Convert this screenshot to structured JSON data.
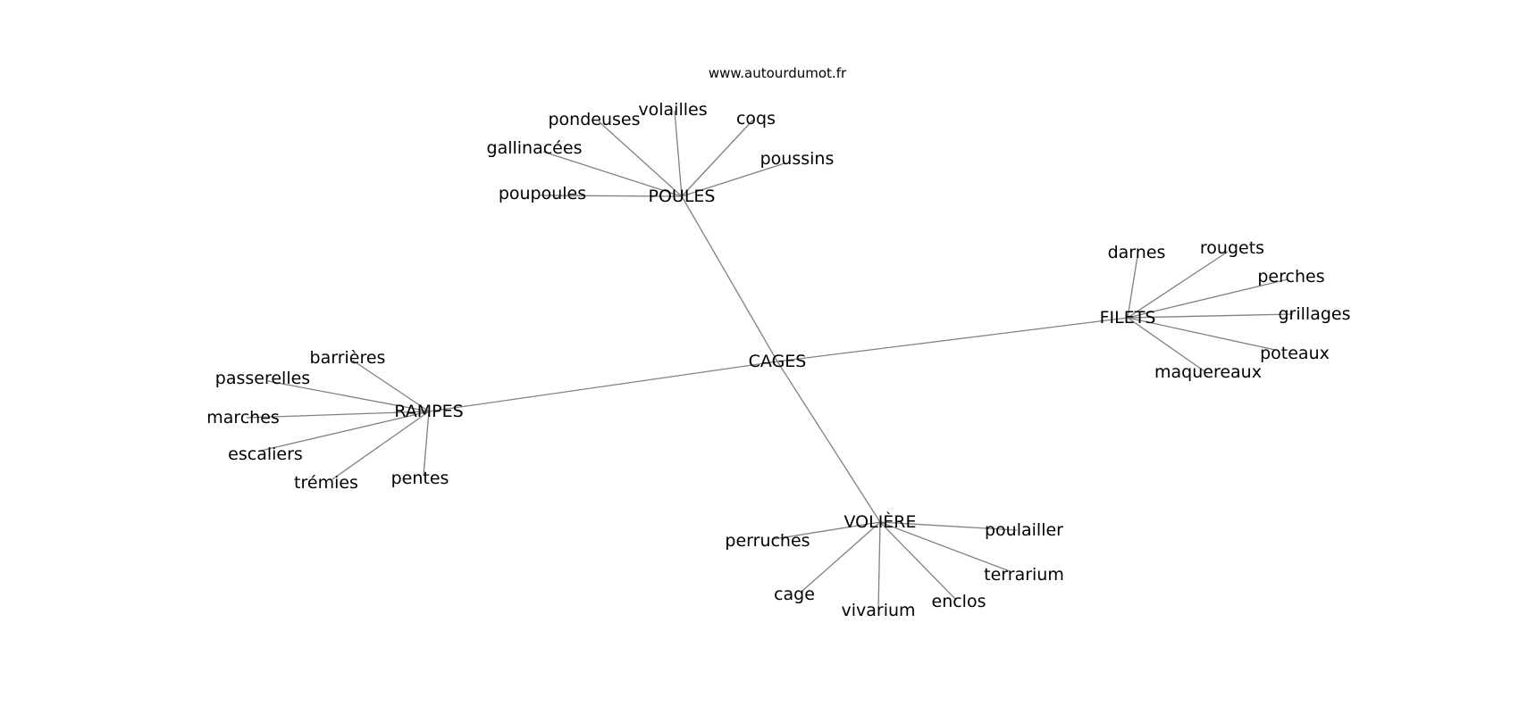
{
  "source": "www.autourdumot.fr",
  "colors": {
    "edge": "#808080",
    "text": "#000000",
    "background": "#ffffff"
  },
  "graph": {
    "center": "CAGES",
    "hubs": [
      {
        "label": "POULES",
        "words": [
          "pondeuses",
          "volailles",
          "coqs",
          "gallinacées",
          "poussins",
          "poupoules"
        ]
      },
      {
        "label": "FILETS",
        "words": [
          "darnes",
          "rougets",
          "perches",
          "grillages",
          "poteaux",
          "maquereaux"
        ]
      },
      {
        "label": "RAMPES",
        "words": [
          "barrières",
          "passerelles",
          "marches",
          "escaliers",
          "trémies",
          "pentes"
        ]
      },
      {
        "label": "VOLIÈRE",
        "words": [
          "perruches",
          "poulailler",
          "terrarium",
          "cage",
          "vivarium",
          "enclos"
        ]
      }
    ]
  }
}
